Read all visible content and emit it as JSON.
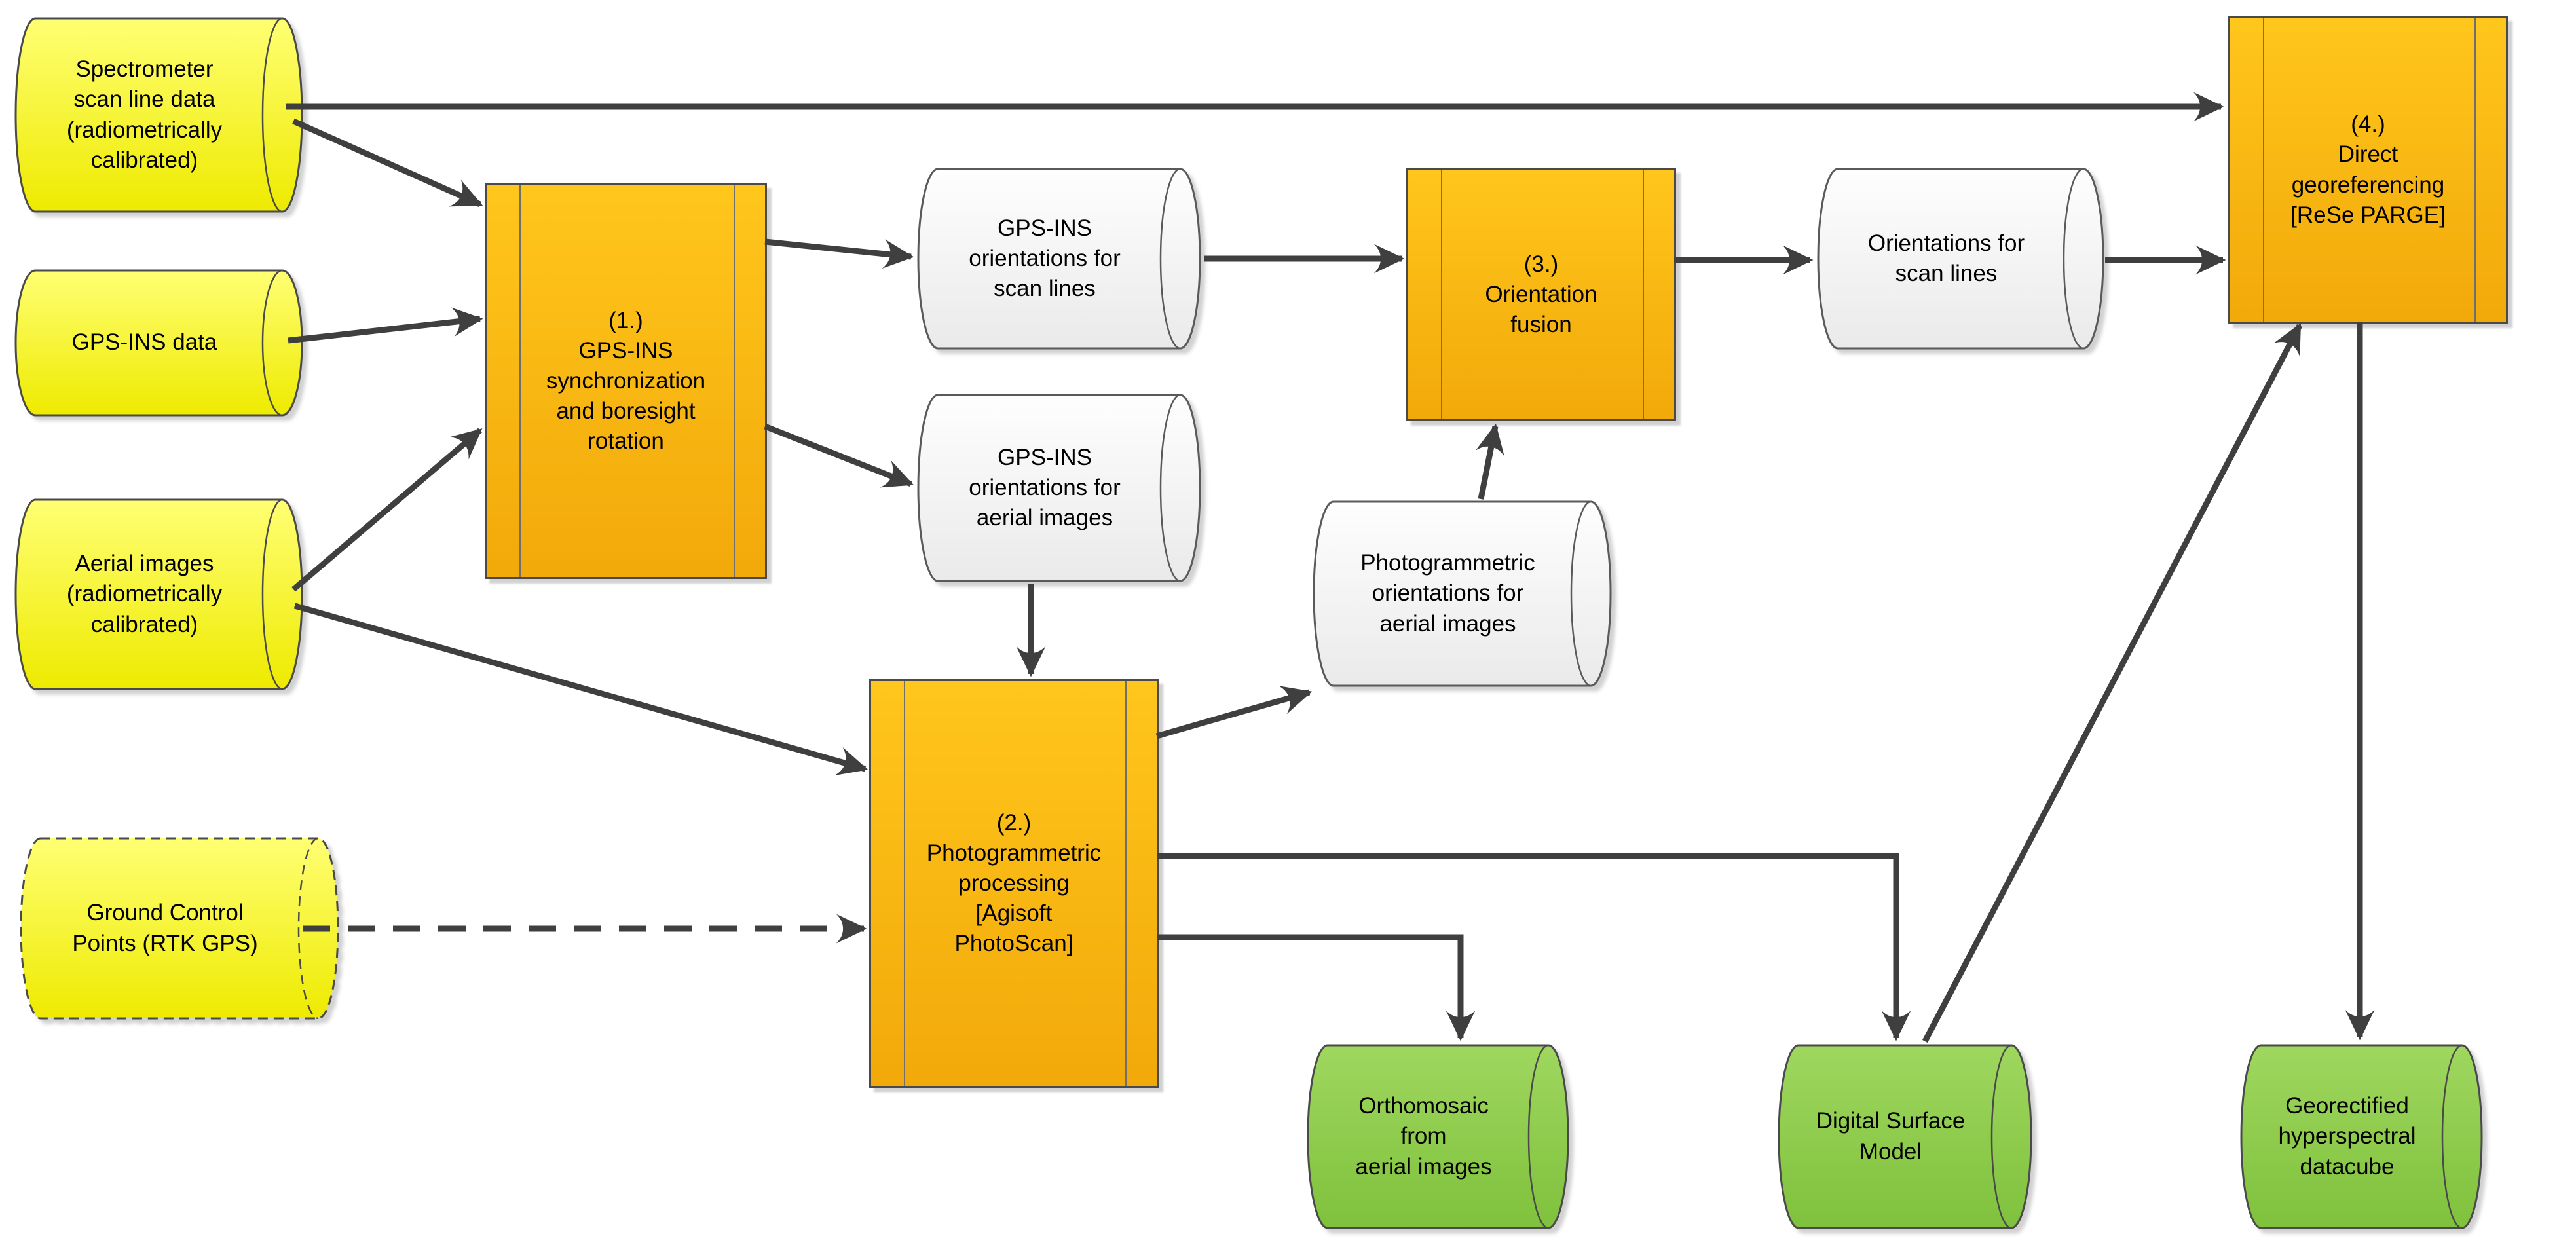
{
  "nodes": {
    "spectrometer": {
      "label": "Spectrometer\nscan line data\n(radiometrically\ncalibrated)",
      "type": "input"
    },
    "gps_ins_data": {
      "label": "GPS-INS data",
      "type": "input"
    },
    "aerial_images": {
      "label": "Aerial images\n(radiometrically\ncalibrated)",
      "type": "input"
    },
    "ground_control_points": {
      "label": "Ground Control\nPoints (RTK GPS)",
      "type": "input-optional"
    },
    "p1": {
      "label": "(1.)\nGPS-INS\nsynchronization\nand boresight\nrotation",
      "type": "process"
    },
    "p2": {
      "label": "(2.)\nPhotogrammetric\nprocessing\n[Agisoft\nPhotoScan]",
      "type": "process"
    },
    "p3": {
      "label": "(3.)\nOrientation\nfusion",
      "type": "process"
    },
    "p4": {
      "label": "(4.)\nDirect\ngeoreferencing\n[ReSe PARGE]",
      "type": "process"
    },
    "gpsins_orientations_scan_lines": {
      "label": "GPS-INS\norientations for\nscan lines",
      "type": "intermediate"
    },
    "gpsins_orientations_aerial": {
      "label": "GPS-INS\norientations for\naerial images",
      "type": "intermediate"
    },
    "photogrammetric_orientations": {
      "label": "Photogrammetric\norientations for\naerial images",
      "type": "intermediate"
    },
    "orientations_scan_lines": {
      "label": "Orientations for\nscan lines",
      "type": "intermediate"
    },
    "orthomosaic": {
      "label": "Orthomosaic\nfrom\naerial images",
      "type": "output"
    },
    "dsm": {
      "label": "Digital Surface\nModel",
      "type": "output"
    },
    "datacube": {
      "label": "Georectified\nhyperspectral\ndatacube",
      "type": "output"
    }
  },
  "edges": [
    {
      "from": "spectrometer",
      "to": "p4",
      "style": "solid"
    },
    {
      "from": "spectrometer",
      "to": "p1",
      "style": "solid"
    },
    {
      "from": "gps_ins_data",
      "to": "p1",
      "style": "solid"
    },
    {
      "from": "aerial_images",
      "to": "p1",
      "style": "solid"
    },
    {
      "from": "aerial_images",
      "to": "p2",
      "style": "solid"
    },
    {
      "from": "ground_control_points",
      "to": "p2",
      "style": "dashed"
    },
    {
      "from": "p1",
      "to": "gpsins_orientations_scan_lines",
      "style": "solid"
    },
    {
      "from": "p1",
      "to": "gpsins_orientations_aerial",
      "style": "solid"
    },
    {
      "from": "gpsins_orientations_scan_lines",
      "to": "p3",
      "style": "solid"
    },
    {
      "from": "gpsins_orientations_aerial",
      "to": "p2",
      "style": "solid"
    },
    {
      "from": "p2",
      "to": "photogrammetric_orientations",
      "style": "solid"
    },
    {
      "from": "photogrammetric_orientations",
      "to": "p3",
      "style": "solid"
    },
    {
      "from": "p3",
      "to": "orientations_scan_lines",
      "style": "solid"
    },
    {
      "from": "orientations_scan_lines",
      "to": "p4",
      "style": "solid"
    },
    {
      "from": "p2",
      "to": "dsm",
      "style": "solid"
    },
    {
      "from": "p2",
      "to": "orthomosaic",
      "style": "solid"
    },
    {
      "from": "dsm",
      "to": "p4",
      "style": "solid"
    },
    {
      "from": "p4",
      "to": "datacube",
      "style": "solid"
    }
  ],
  "colors": {
    "input_fill": "#f5f200",
    "process_fill": "#f7b10c",
    "intermediate_fill": "#f4f4f4",
    "output_fill": "#8cc63e",
    "stroke": "#4a4a4a",
    "arrow": "#3f3f3f"
  }
}
